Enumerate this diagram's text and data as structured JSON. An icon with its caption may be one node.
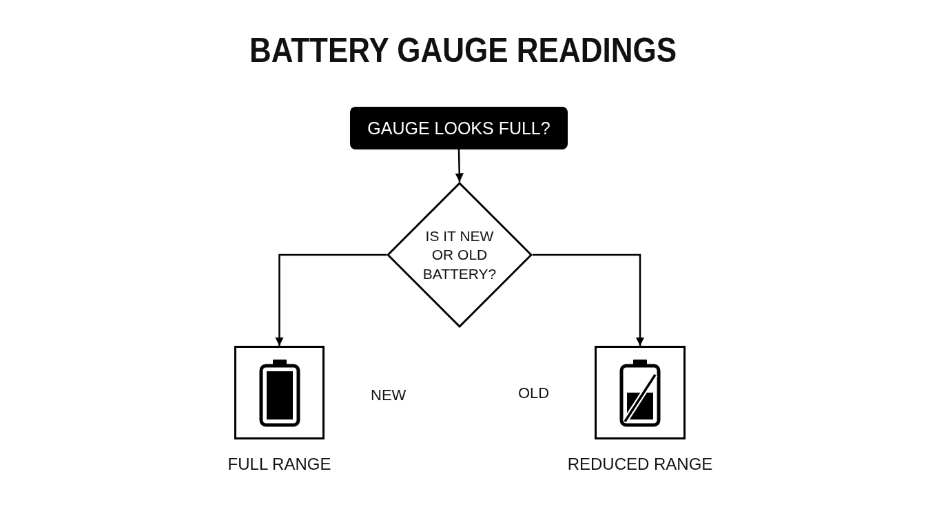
{
  "diagram": {
    "title": "BATTERY GAUGE READINGS",
    "nodes": [
      {
        "text": [
          "GAUGE LOOKS FULL?"
        ]
      },
      {
        "text": [
          "IS IT NEW OR OLD BATTERY?"
        ]
      },
      {
        "text": [
          "FULL RANGE"
        ]
      },
      {
        "text": [
          "REDUCED RANGE"
        ]
      }
    ],
    "edges": [
      {
        "from": 0,
        "to": 1,
        "arrow": "to"
      },
      {
        "from": 1,
        "to": 2,
        "arrow": "to"
      },
      {
        "from": 1,
        "to": 3,
        "arrow": "to"
      }
    ],
    "labels": [
      "NEW",
      "OLD"
    ]
  }
}
